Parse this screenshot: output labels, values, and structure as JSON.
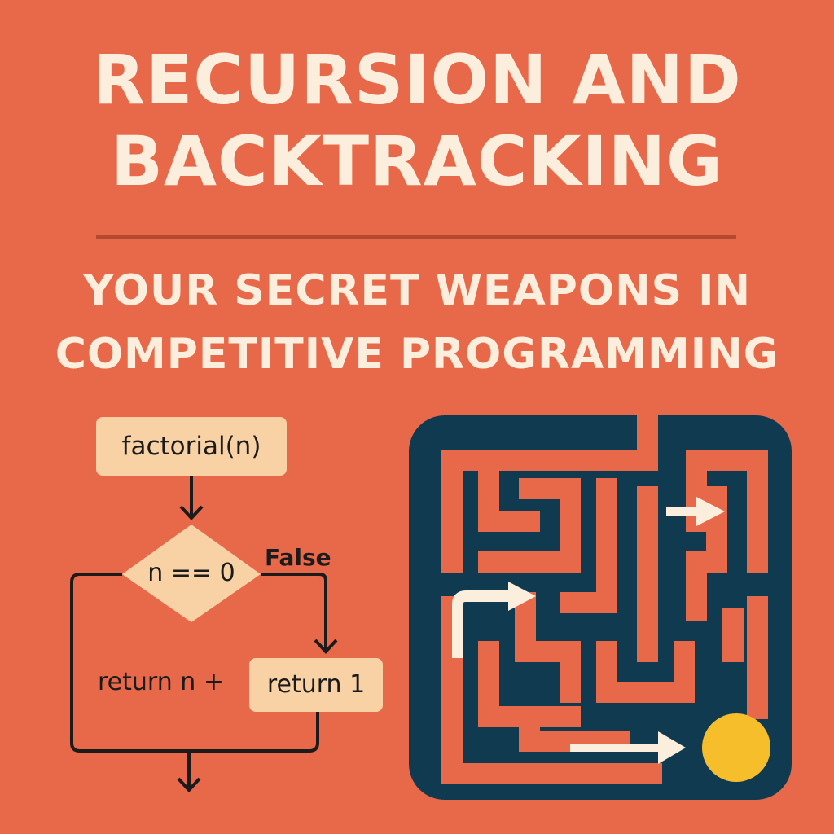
{
  "header": {
    "title_line1": "RECURSION AND",
    "title_line2": "BACKTRACKING",
    "subtitle_line1": "YOUR SECRET WEAPONS IN",
    "subtitle_line2": "COMPETITIVE PROGRAMMING"
  },
  "flowchart": {
    "start_box": "factorial(n)",
    "condition": "n == 0",
    "false_label": "False",
    "recursive_case": "return n +",
    "base_case": "return 1"
  },
  "colors": {
    "background": "#E8694A",
    "title_text": "#FBEEDC",
    "divider": "#B24A30",
    "box_fill": "#F8D1A4",
    "maze_wall": "#0F3A4F",
    "maze_path": "#E8694A",
    "arrow": "#FBEEDC",
    "goal": "#F6BE2B"
  },
  "icons": {
    "maze": "maze-icon",
    "goal": "goal-circle-icon",
    "path_arrows": "arrow-right-icon"
  }
}
